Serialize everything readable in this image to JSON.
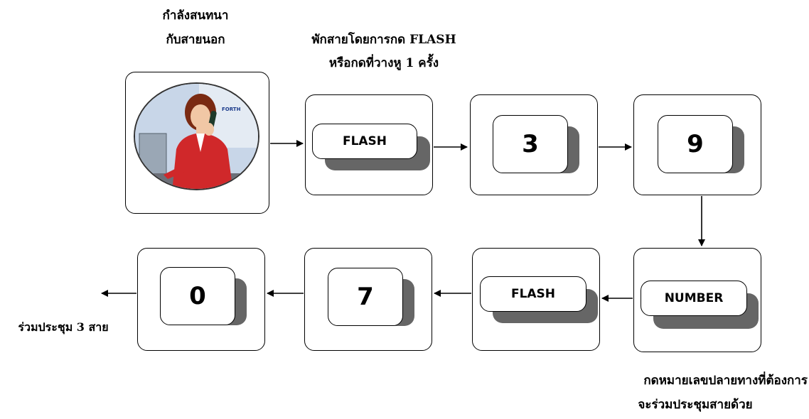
{
  "captions": {
    "talking_line1": "กำลังสนทนา",
    "talking_line2": "กับสายนอก",
    "hold_line1": "พักสายโดยการกด FLASH",
    "hold_line2": "หรือกดที่วางหู 1 ครั้ง",
    "dial_line1": "กดหมายเลขปลายทางที่ต้องการ",
    "dial_line2": "จะร่วมประชุมสายด้วย",
    "conference": "ร่วมประชุม 3 สาย"
  },
  "keys": {
    "flash_top": "FLASH",
    "three": "3",
    "nine": "9",
    "number": "NUMBER",
    "flash_bottom": "FLASH",
    "seven": "7",
    "zero": "0"
  },
  "photo": {
    "logo": "FORTH"
  },
  "colors": {
    "shadow": "#666666",
    "outline": "#000000",
    "photo_bg": "#c8d6e8",
    "jacket": "#d0282a"
  }
}
